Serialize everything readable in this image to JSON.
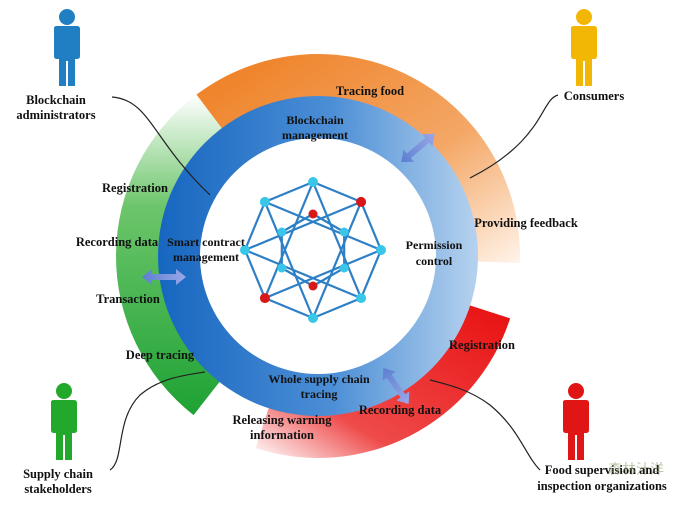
{
  "actors": {
    "blockchain_admins": {
      "line1": "Blockchain",
      "line2": "administrators",
      "color": "#1f7fc2"
    },
    "consumers": {
      "line1": "Consumers",
      "color": "#f2b705"
    },
    "supply_chain": {
      "line1": "Supply chain",
      "line2": "stakeholders",
      "color": "#22a82a"
    },
    "food_supervision": {
      "line1": "Food supervision and",
      "line2": "inspection organizations",
      "color": "#e01515"
    }
  },
  "outer_ring": {
    "consumers_segment": {
      "labels": [
        "Tracing food",
        "Providing feedback"
      ],
      "color": "#f08a2a"
    },
    "supply_segment": {
      "labels": [
        "Registration",
        "Recording data",
        "Transaction",
        "Deep tracing"
      ],
      "color": "#22a84a"
    },
    "supervision_segment": {
      "labels": [
        "Registration",
        "Recording data"
      ],
      "color": "#e81c1c"
    },
    "warning_segment": {
      "line1": "Releasing warning",
      "line2": "information"
    }
  },
  "inner_ring": {
    "top": {
      "line1": "Blockchain",
      "line2": "management"
    },
    "left": {
      "line1": "Smart contract",
      "line2": "management"
    },
    "right": {
      "line1": "Permission",
      "line2": "control"
    },
    "bottom": {
      "line1": "Whole supply chain",
      "line2": "tracing"
    },
    "color": "#2a74c6"
  },
  "watermark": "森林汁洋"
}
